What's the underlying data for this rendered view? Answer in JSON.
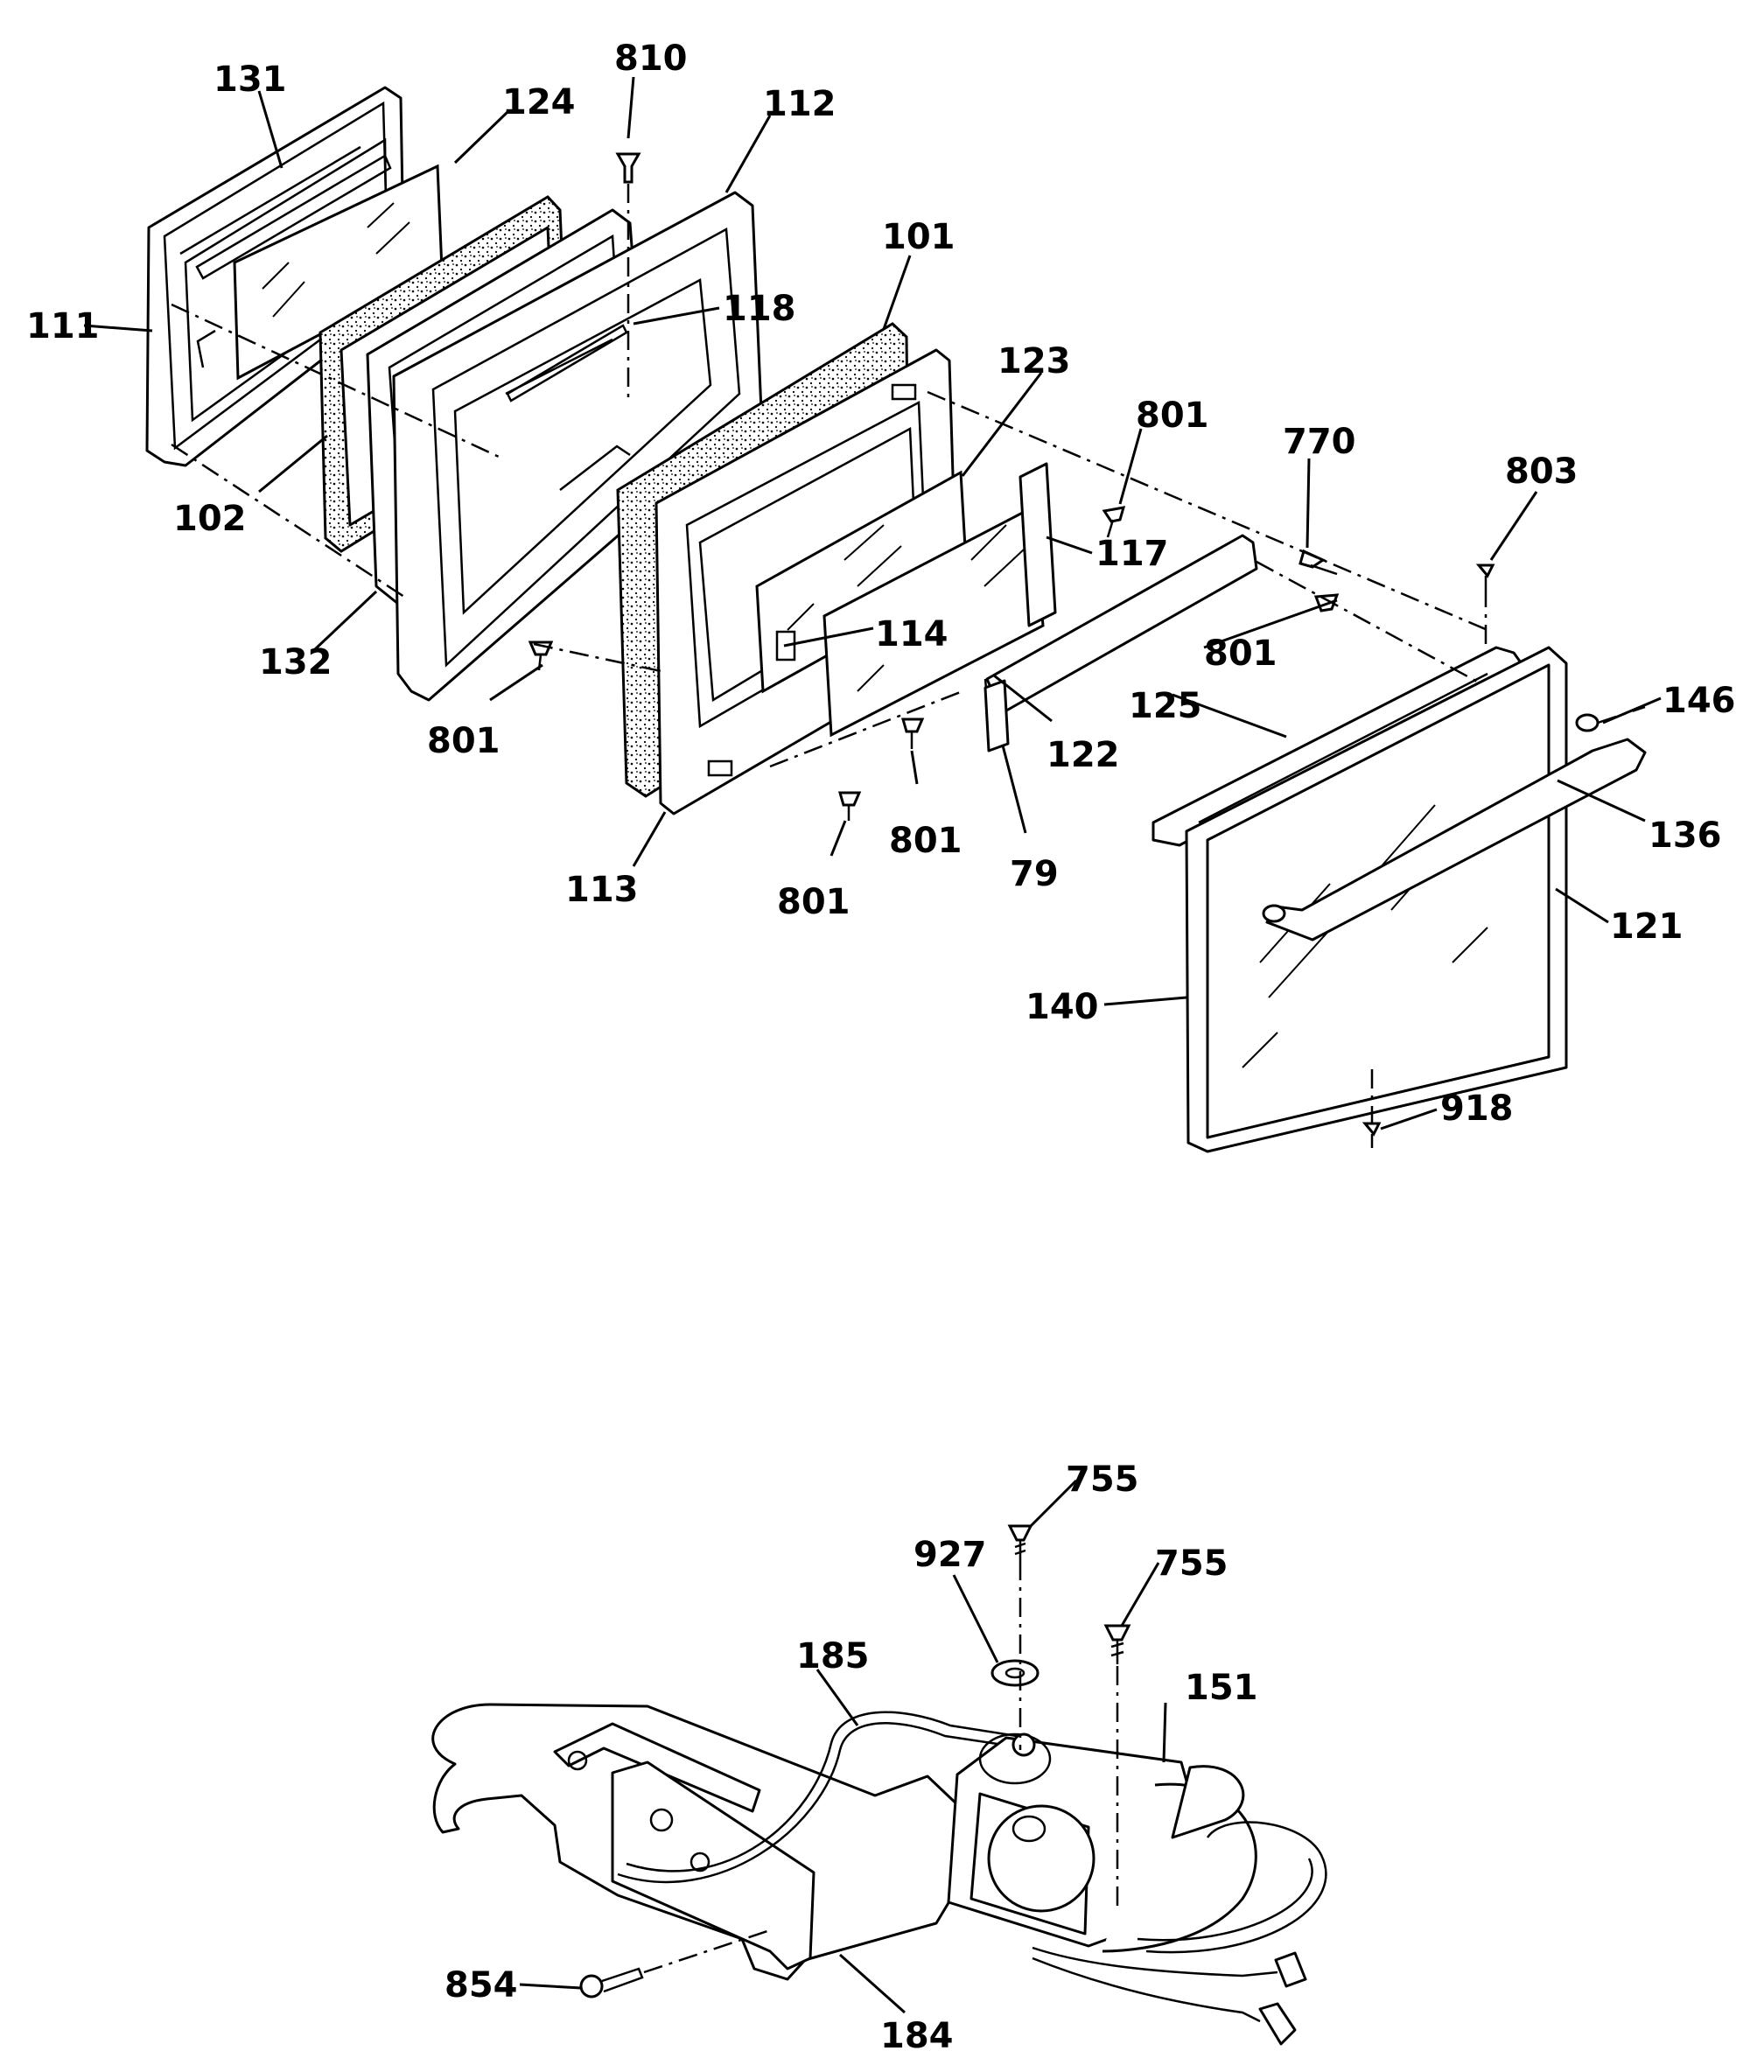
{
  "callouts": {
    "c810": "810",
    "c131": "131",
    "c124": "124",
    "c112": "112",
    "c101": "101",
    "c111": "111",
    "c118": "118",
    "c123": "123",
    "c801_a": "801",
    "c770": "770",
    "c803": "803",
    "c102": "102",
    "c117": "117",
    "c114": "114",
    "c801_b": "801",
    "c132": "132",
    "c125": "125",
    "c146": "146",
    "c801_c": "801",
    "c122": "122",
    "c136": "136",
    "c801_d": "801",
    "c79": "79",
    "c113": "113",
    "c121": "121",
    "c801_e": "801",
    "c140": "140",
    "c918": "918",
    "c755_a": "755",
    "c927": "927",
    "c755_b": "755",
    "c185": "185",
    "c151": "151",
    "c854": "854",
    "c184": "184"
  }
}
